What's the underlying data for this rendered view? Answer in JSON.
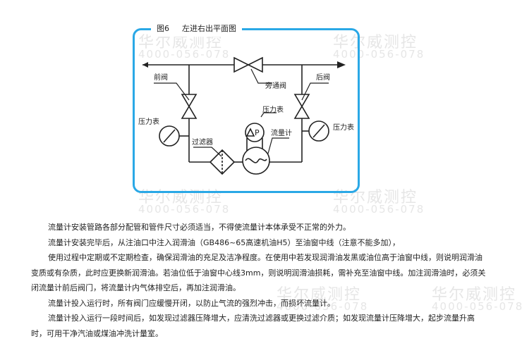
{
  "figure": {
    "number": "图6",
    "title": "左进右出平面图",
    "labels": {
      "front_valve": "前阀",
      "rear_valve": "后阀",
      "bypass_valve": "旁通阀",
      "pressure_gauge_left": "压力表",
      "pressure_gauge_mid": "压力表",
      "pressure_gauge_right": "压力表",
      "filter": "过滤器",
      "flowmeter": "流量计",
      "p_symbol": "P"
    }
  },
  "watermark": {
    "brand": "华尔威测控",
    "phone": "4000-056-078"
  },
  "paragraphs": [
    "流量计安装管路各部分配管和管件尺寸必须适当，不得使流量计本体承受不正常的外力。",
    "流量计安装完毕后，从注油口中注入润滑油（GB486~65高速机油H5）至油窗中线（注意不能多加），",
    "使用过程中定期或不定期检查，确保润滑油的充足及洁净程度。在使用中若发现润滑油发黑或油位高于油窗中线，则说明润滑油变质或有杂质，此时应更换新润滑油。若油位低于油窗中心线3mm，则说明润滑油损耗，需补充至油窗中线。加注润滑油时，必须关闭流量计前后阀门，将流量计内气体排空后，再加注润滑油。",
    "流量计投入运行时，所有阀门应缓慢开闭，以防止气流的强烈冲击，而损坏流量计。",
    "流量计投入运行一段时间后，如发现过滤器压降增大，应清洗过滤器或更换过滤介质；如发现流量计压降增大，起步流量升高时，可用干净汽油或煤油冲洗计量室。"
  ]
}
